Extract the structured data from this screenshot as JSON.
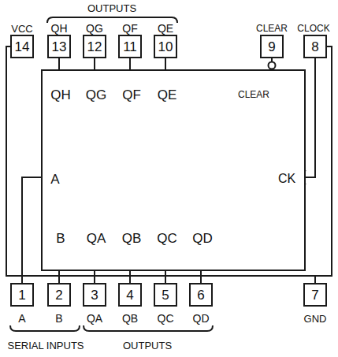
{
  "diagram": {
    "nodes": [
      {
        "text": [
          "14"
        ]
      },
      {
        "text": [
          "13"
        ]
      },
      {
        "text": [
          "12"
        ]
      },
      {
        "text": [
          "11"
        ]
      },
      {
        "text": [
          "10"
        ]
      },
      {
        "text": [
          "9"
        ]
      },
      {
        "text": [
          "8"
        ]
      },
      {
        "text": [
          "QH",
          "QG",
          "QF",
          "QE",
          "CLEAR",
          "A",
          "CK",
          "B",
          "QA",
          "QB",
          "QC",
          "QD"
        ]
      },
      {
        "text": [
          "1"
        ]
      },
      {
        "text": [
          "2"
        ]
      },
      {
        "text": [
          "3"
        ]
      },
      {
        "text": [
          "4"
        ]
      },
      {
        "text": [
          "5"
        ]
      },
      {
        "text": [
          "6"
        ]
      },
      {
        "text": [
          "7"
        ]
      }
    ],
    "edges": [
      {
        "from": 1,
        "to": 7,
        "arrow": "none"
      },
      {
        "from": 2,
        "to": 7,
        "arrow": "none"
      },
      {
        "from": 3,
        "to": 7,
        "arrow": "none"
      },
      {
        "from": 4,
        "to": 7,
        "arrow": "none"
      },
      {
        "from": 5,
        "to": 7,
        "arrow": "none"
      },
      {
        "from": 6,
        "to": 7,
        "arrow": "none"
      },
      {
        "from": 8,
        "to": 7,
        "arrow": "none"
      },
      {
        "from": 9,
        "to": 7,
        "arrow": "none"
      },
      {
        "from": 10,
        "to": 7,
        "arrow": "none"
      },
      {
        "from": 11,
        "to": 7,
        "arrow": "none"
      },
      {
        "from": 12,
        "to": 7,
        "arrow": "none"
      },
      {
        "from": 13,
        "to": 7,
        "arrow": "none"
      }
    ],
    "labels": [
      "OUTPUTS",
      "VCC",
      "QH",
      "QG",
      "QF",
      "QE",
      "CLEAR",
      "CLOCK",
      "A",
      "B",
      "QA",
      "QB",
      "QC",
      "QD",
      "GND",
      "SERIAL INPUTS",
      "OUTPUTS"
    ]
  }
}
